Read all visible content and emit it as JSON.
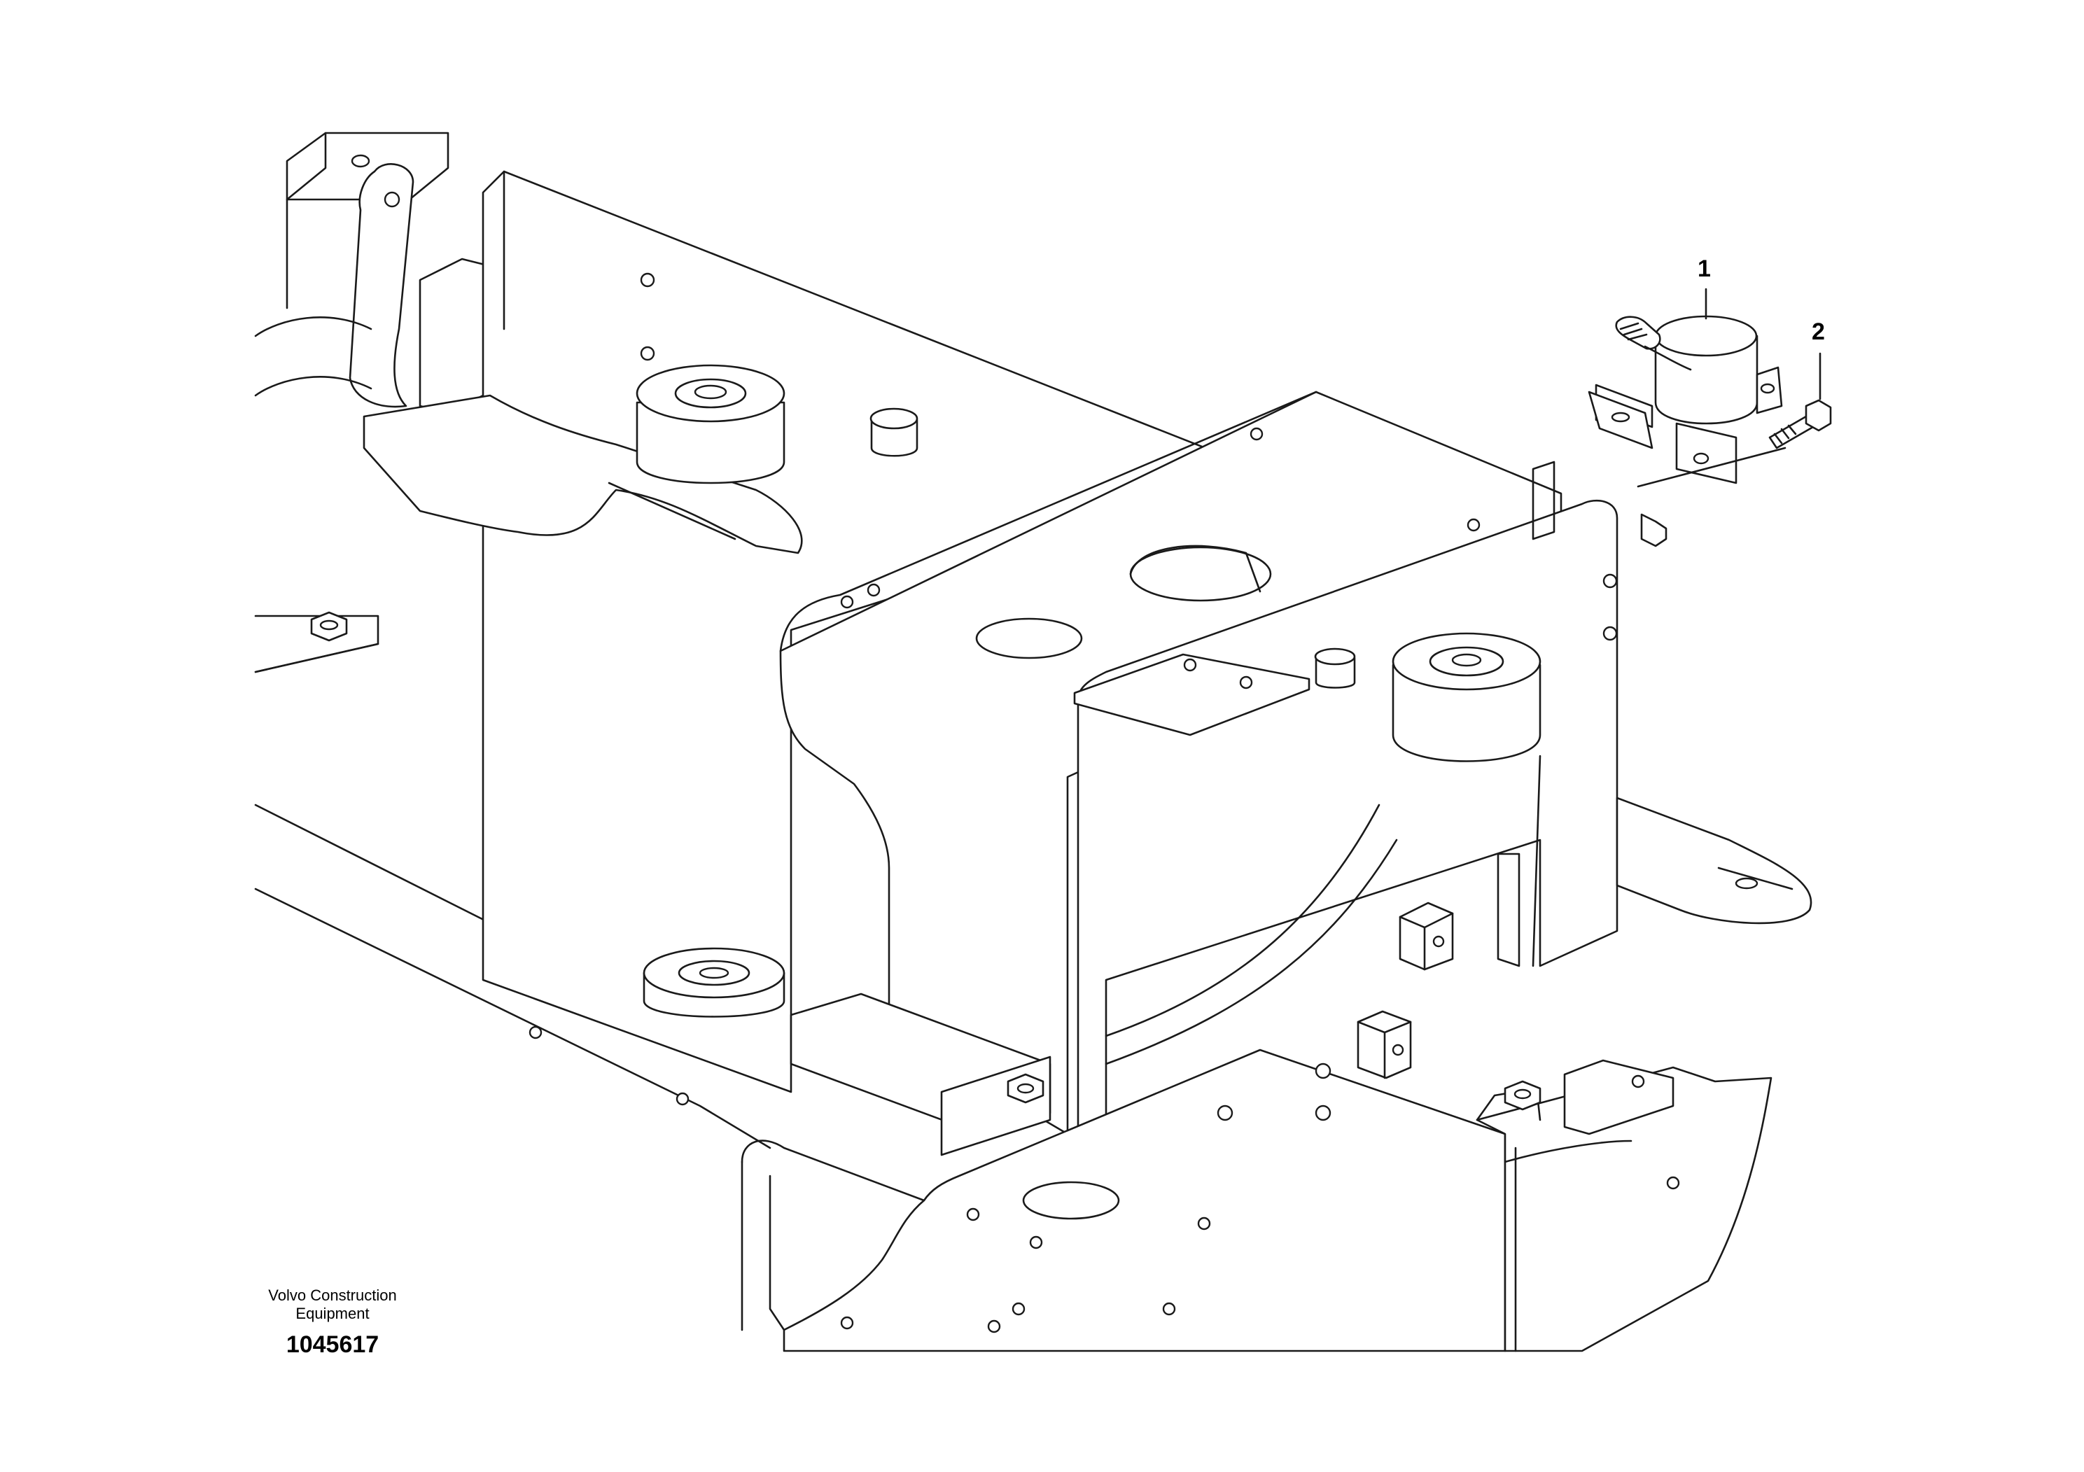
{
  "callouts": [
    {
      "id": "1",
      "label": "1"
    },
    {
      "id": "2",
      "label": "2"
    }
  ],
  "brand": {
    "line1": "Volvo Construction",
    "line2": "Equipment",
    "drawing_number": "1045617"
  },
  "colors": {
    "line": "#1a1a1a",
    "background": "#ffffff"
  }
}
